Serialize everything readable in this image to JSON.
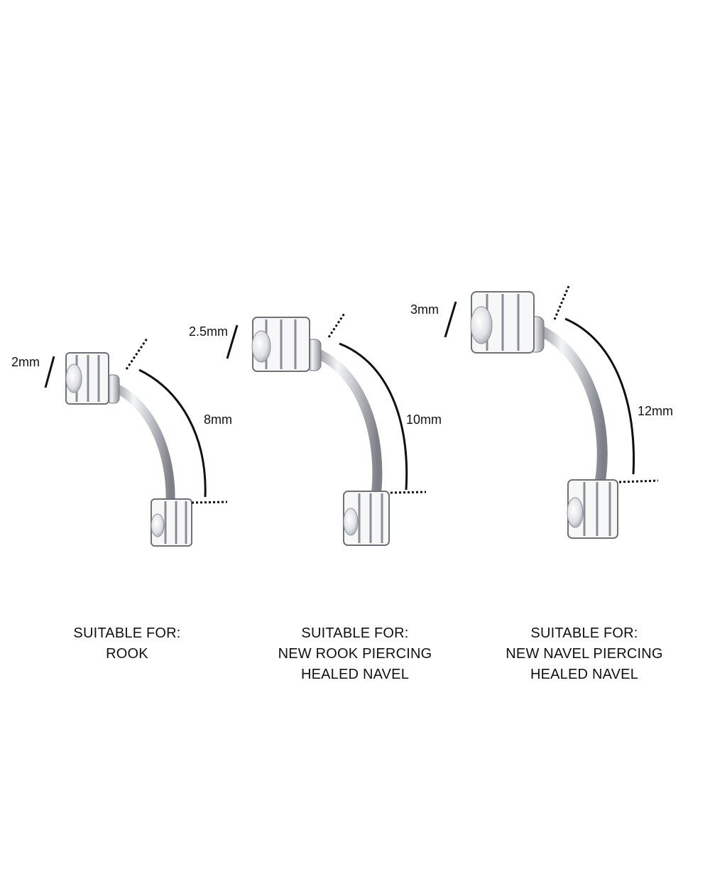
{
  "products": [
    {
      "gem_size": "2mm",
      "bar_length": "8mm",
      "suitable_title": "SUITABLE FOR:",
      "suitable_for": [
        "ROOK"
      ]
    },
    {
      "gem_size": "2.5mm",
      "bar_length": "10mm",
      "suitable_title": "SUITABLE FOR:",
      "suitable_for": [
        "NEW ROOK PIERCING",
        "HEALED NAVEL"
      ]
    },
    {
      "gem_size": "3mm",
      "bar_length": "12mm",
      "suitable_title": "SUITABLE FOR:",
      "suitable_for": [
        "NEW NAVEL PIERCING",
        "HEALED NAVEL"
      ]
    }
  ],
  "colors": {
    "metal": "#c9ccd1",
    "metal_dark": "#8e9298",
    "ink": "#111111",
    "background": "#ffffff"
  }
}
